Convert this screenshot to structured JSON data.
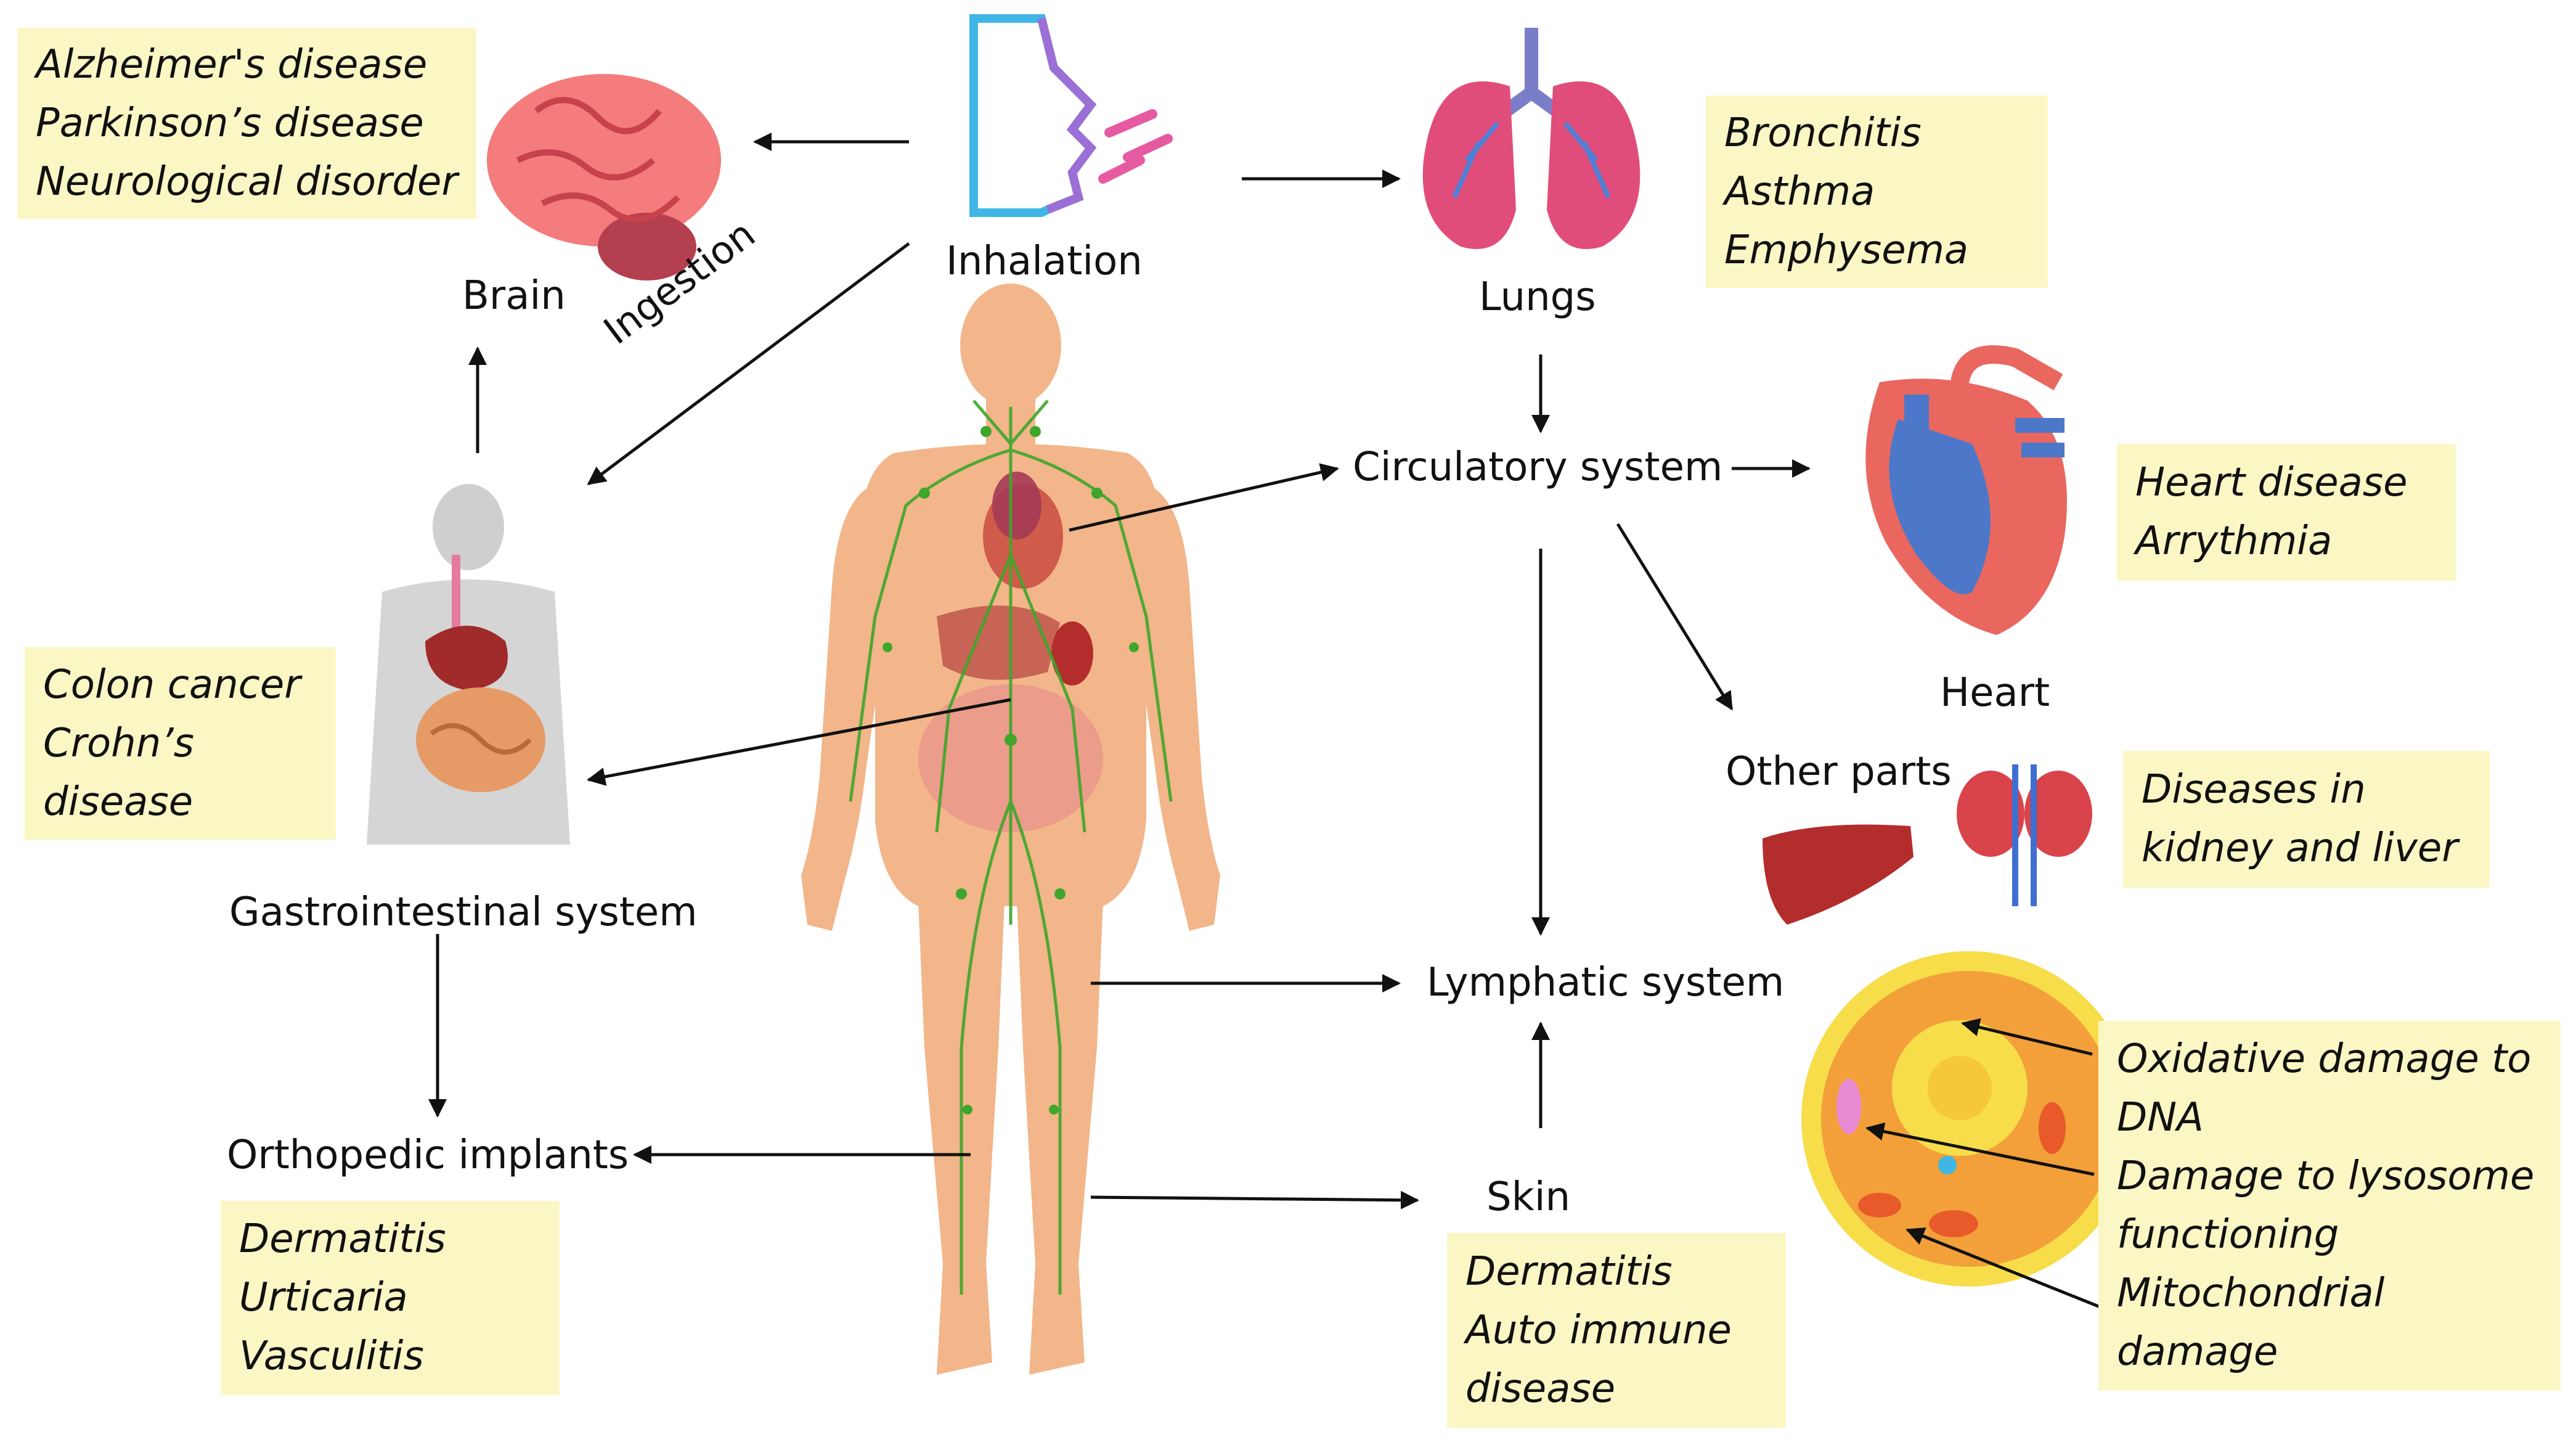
{
  "nodes": {
    "inhalation": "Inhalation",
    "brain": "Brain",
    "lungs": "Lungs",
    "ingestion": "Ingestion",
    "circulatory": "Circulatory system",
    "heart": "Heart",
    "other_parts": "Other parts",
    "gastrointestinal": "Gastrointestinal system",
    "lymphatic": "Lymphatic system",
    "orthopedic": "Orthopedic implants",
    "skin": "Skin"
  },
  "diseases": {
    "brain": [
      "Alzheimer's disease",
      "Parkinson’s disease",
      "Neurological disorder"
    ],
    "lungs": [
      "Bronchitis",
      "Asthma",
      "Emphysema"
    ],
    "heart": [
      "Heart disease",
      "Arrythmia"
    ],
    "gastro": [
      "Colon cancer",
      "Crohn’s",
      "disease"
    ],
    "other": [
      "Diseases in",
      "kidney and liver"
    ],
    "implants": [
      "Dermatitis",
      "Urticaria",
      "Vasculitis"
    ],
    "skin": [
      "Dermatitis",
      "Auto immune",
      "disease"
    ],
    "cell": [
      "Oxidative damage to",
      "DNA",
      "Damage to lysosome",
      "functioning",
      "Mitochondrial",
      "damage"
    ]
  },
  "icons": [
    "face-inhalation-icon",
    "brain-icon",
    "lungs-icon",
    "heart-icon",
    "digestive-system-icon",
    "human-body-icon",
    "liver-icon",
    "kidney-icon",
    "cell-icon"
  ],
  "colors": {
    "note_box": "#fbf7c5",
    "skin": "#f2b68a",
    "lymph": "#3ea62a",
    "arrow": "#111111"
  }
}
